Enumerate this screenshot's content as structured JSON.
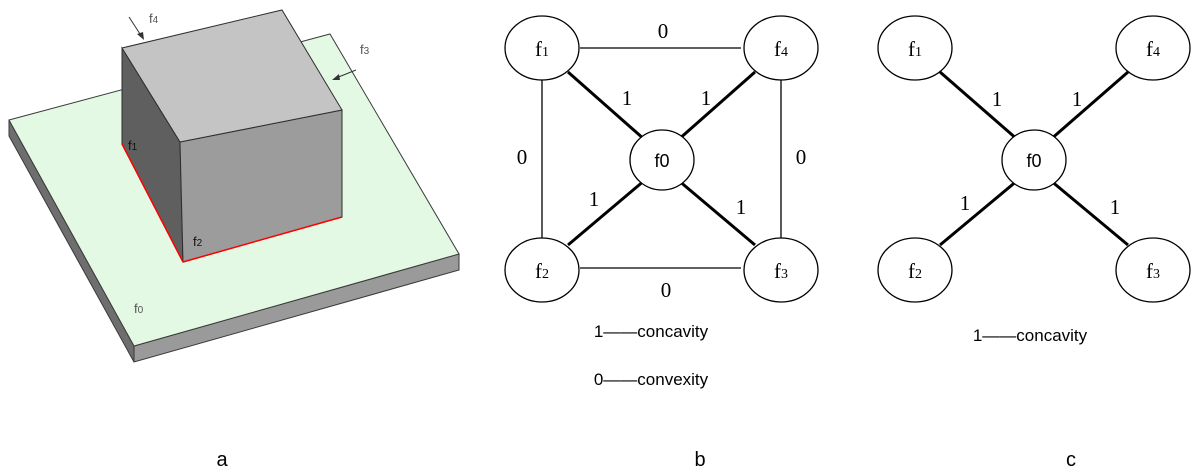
{
  "panel_a": {
    "caption": "a",
    "face_labels": {
      "f4": {
        "base": "f",
        "sub": "4"
      },
      "f3": {
        "base": "f",
        "sub": "3"
      },
      "f1": {
        "base": "f",
        "sub": "1"
      },
      "f2": {
        "base": "f",
        "sub": "2"
      },
      "f0": {
        "base": "f",
        "sub": "0"
      }
    },
    "colors": {
      "base_top": "#e3f9e3",
      "base_side_left": "#6e6e6e",
      "base_side_front": "#9a9a9a",
      "cube_top": "#c4c4c4",
      "cube_left": "#5f5f5f",
      "cube_front": "#9c9c9c",
      "concave_edge": "#ff0000"
    }
  },
  "panel_b": {
    "caption": "b",
    "nodes": {
      "f1": {
        "base": "f",
        "sub": "1"
      },
      "f4": {
        "base": "f",
        "sub": "4"
      },
      "f0": {
        "label": "f0"
      },
      "f2": {
        "base": "f",
        "sub": "2"
      },
      "f3": {
        "base": "f",
        "sub": "3"
      }
    },
    "edge_labels": {
      "f1_f4": "0",
      "f1_f0": "1",
      "f4_f0": "1",
      "f1_f2": "0",
      "f4_f3": "0",
      "f2_f0": "1",
      "f3_f0": "1",
      "f2_f3": "0"
    },
    "legend": {
      "concavity": "1——concavity",
      "convexity": "0——convexity"
    }
  },
  "panel_c": {
    "caption": "c",
    "nodes": {
      "f1": {
        "base": "f",
        "sub": "1"
      },
      "f4": {
        "base": "f",
        "sub": "4"
      },
      "f0": {
        "label": "f0"
      },
      "f2": {
        "base": "f",
        "sub": "2"
      },
      "f3": {
        "base": "f",
        "sub": "3"
      }
    },
    "edge_labels": {
      "f1_f0": "1",
      "f4_f0": "1",
      "f2_f0": "1",
      "f3_f0": "1"
    },
    "legend": {
      "concavity": "1——concavity"
    }
  }
}
